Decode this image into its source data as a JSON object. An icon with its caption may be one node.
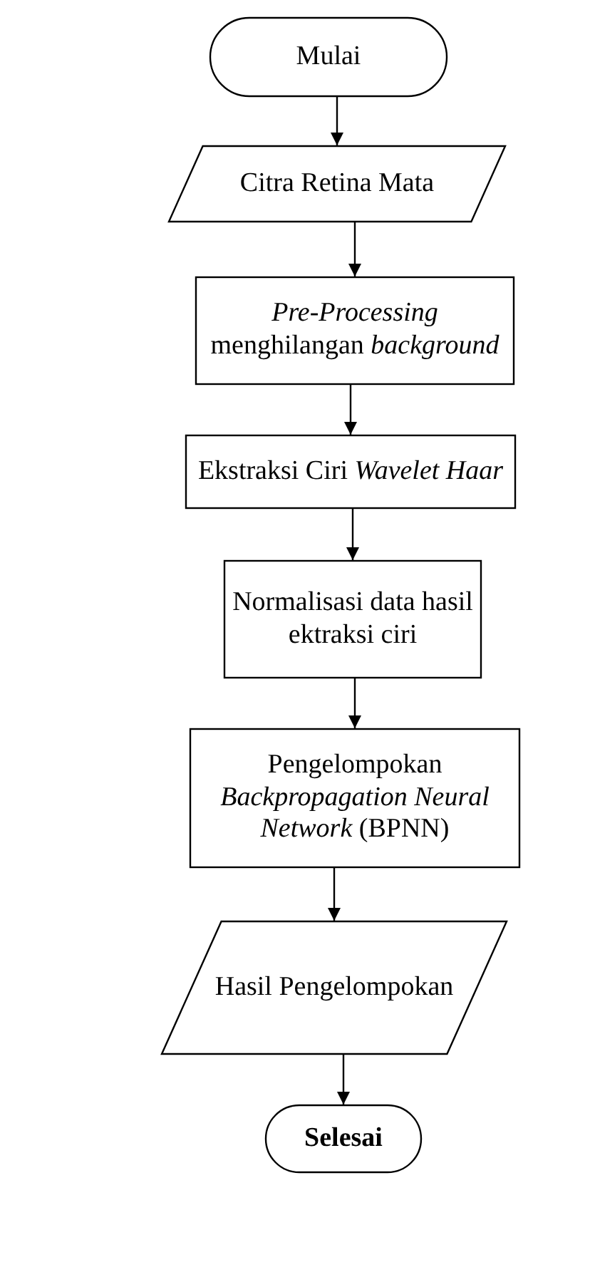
{
  "diagram": {
    "nodes": [
      {
        "text": [
          "Mulai"
        ]
      },
      {
        "text": [
          "Citra Retina Mata"
        ]
      },
      {
        "text": [
          "*Pre-Processing* menghilangan *background*"
        ]
      },
      {
        "text": [
          "Ekstraksi Ciri *Wavelet Haar*"
        ]
      },
      {
        "text": [
          "Normalisasi data hasil ektraksi ciri"
        ]
      },
      {
        "text": [
          "Pengelompokan *Backpropagation Neural Network* (BPNN)"
        ]
      },
      {
        "text": [
          "Hasil Pengelompokan"
        ]
      },
      {
        "text": [
          "Selesai"
        ]
      }
    ],
    "edges": [
      {
        "from": 0,
        "to": 1,
        "arrow": "to"
      },
      {
        "from": 1,
        "to": 2,
        "arrow": "to"
      },
      {
        "from": 2,
        "to": 3,
        "arrow": "to"
      },
      {
        "from": 3,
        "to": 4,
        "arrow": "to"
      },
      {
        "from": 4,
        "to": 5,
        "arrow": "to"
      },
      {
        "from": 5,
        "to": 6,
        "arrow": "to"
      },
      {
        "from": 6,
        "to": 7,
        "arrow": "to"
      }
    ]
  }
}
